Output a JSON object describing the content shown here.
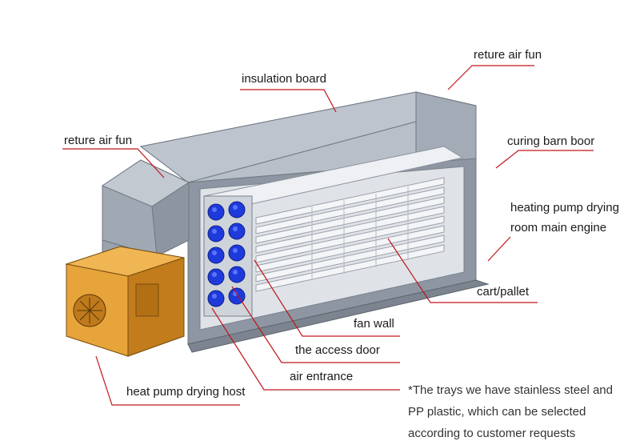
{
  "colors": {
    "leader_line": "#c0161b",
    "housing_top": "#b8bfc9",
    "housing_front": "#8d96a2",
    "housing_side": "#a3abb6",
    "host_orange": "#e7a43a",
    "fan_blue": "#1e3adb",
    "duct_grey": "#9aa2ad"
  },
  "labels": {
    "return_air_fan_top": "reture air fun",
    "insulation_board": "insulation board",
    "return_air_fan_left": "reture air fun",
    "curing_barn_door": "curing barn boor",
    "heating_pump_line1": "heating pump drying",
    "heating_pump_line2": "room main engine",
    "cart_pallet": "cart/pallet",
    "fan_wall": "fan wall",
    "access_door": "the access door",
    "air_entrance": "air entrance",
    "heat_pump_host": "heat pump drying host"
  },
  "note": {
    "line1": "*The trays we have stainless steel and",
    "line2": "PP plastic, which can be selected",
    "line3": "according to customer requests"
  }
}
